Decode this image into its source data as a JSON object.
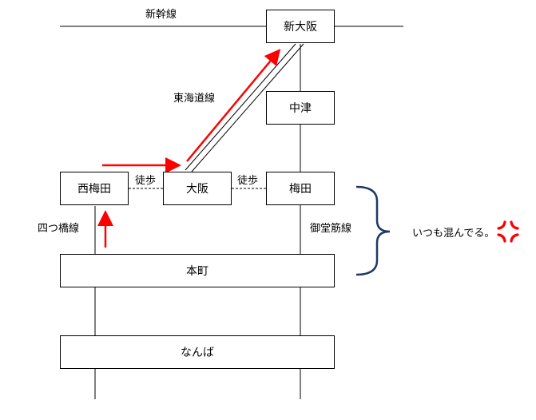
{
  "lines": {
    "shinkansen": "新幹線",
    "tokaido": "東海道線",
    "yotsubashi": "四つ橋線",
    "midosuji": "御堂筋線",
    "walk_1": "徒歩",
    "walk_2": "徒歩"
  },
  "stations": {
    "shin_osaka": "新大阪",
    "nakatsu": "中津",
    "nishi_umeda": "西梅田",
    "osaka": "大阪",
    "umeda": "梅田",
    "hommachi": "本町",
    "namba": "なんば"
  },
  "annotation": {
    "text": "いつも混んでる。",
    "icon": "anger-mark-icon",
    "icon_color": "#ff0000"
  },
  "colors": {
    "route_arrow": "#ff0000",
    "brace": "#1f3864"
  }
}
